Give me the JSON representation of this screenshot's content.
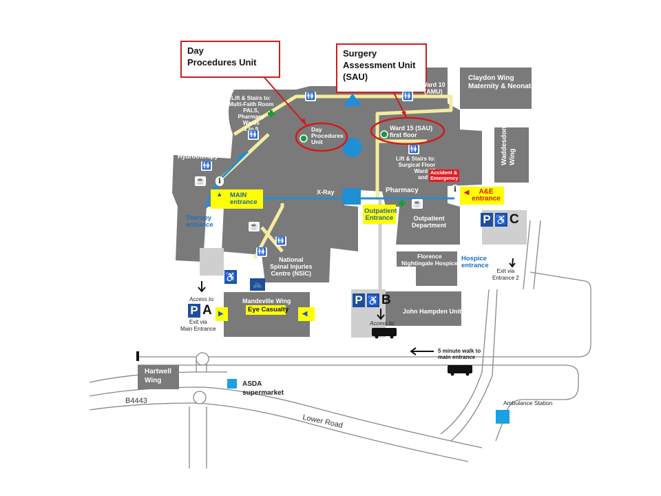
{
  "callouts": {
    "dpu": "Day\nProcedures Unit",
    "sau": "Surgery\nAssessment Unit\n(SAU)"
  },
  "buildings": {
    "claydon": "Claydon Wing\nMaternity & Neonatal",
    "ward10": "Ward 10\n(AMU)",
    "waddesdon": "Waddesdon\nWing",
    "lift_multifaith": "Lift & Stairs to:\nMulti-Faith Room\nPALS,\nPharmacy\nWards\n1 to 9",
    "dpu_marker": "Day\nProcedures\nUnit",
    "ward15": "Ward 15 (SAU)\nfirst floor",
    "lift_surgical": "Lift & Stairs to:\nSurgical Floor\nWard 15\nand 16",
    "ae_box": "Accident &\nEmergency",
    "hydrotherapy": "Hydrotherapy",
    "xray": "X-Ray",
    "pharmacy": "Pharmacy",
    "outpatient_dept": "Outpatient\nDepartment",
    "nsic": "National\nSpinal Injuries\nCentre (NSIC)",
    "florence": "Florence\nNightingale Hospice",
    "mandeville": "Mandeville Wing",
    "john_hampden": "John Hampden Unit",
    "hartwell": "Hartwell\nWing"
  },
  "entrances": {
    "main": "MAIN\nentrance",
    "outpatient": "Outpatient\nEntrance",
    "ae": "A&E\nentrance",
    "therapy": "Therapy\nentrance",
    "hospice": "Hospice\nentrance",
    "eye_casualty": "Eye Casualty"
  },
  "parking": {
    "a_letter": "A",
    "b_letter": "B",
    "c_letter": "C",
    "p_symbol": "P",
    "access_to": "Access to:",
    "exit_main": "Exit via\nMain Entrance",
    "exit_2": "Exit via\nEntrance 2"
  },
  "map_text": {
    "walk": "5 minute walk to\nmain entrance",
    "asda": "ASDA\nsupermarket",
    "ambulance": "Ambulance Station",
    "b4443": "B4443",
    "lower_road": "Lower Road"
  },
  "colors": {
    "building": "#7a7a7a",
    "path": "#f3eca0",
    "main_route": "#1f8fd6",
    "callout_border": "#d11a1a",
    "highlight": "#ffff00",
    "ae": "#e21c23",
    "parking_blue": "#1f4e9c"
  }
}
